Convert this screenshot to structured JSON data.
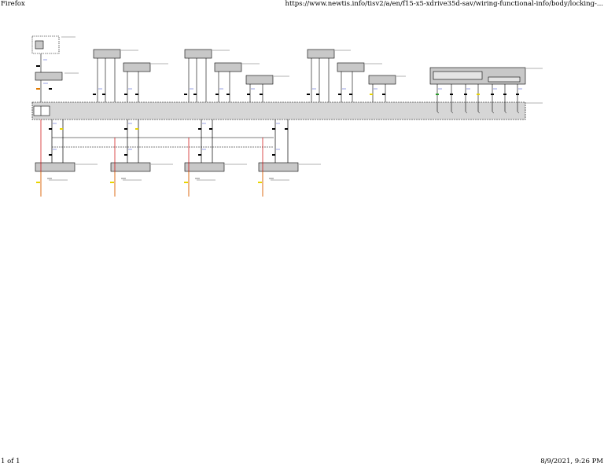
{
  "header": {
    "app_name": "Firefox",
    "url": "https://www.newtis.info/tisv2/a/en/f15-x5-xdrive35d-sav/wiring-functional-info/body/locking-..."
  },
  "footer": {
    "page_indicator": "1 of 1",
    "timestamp": "8/9/2021, 9:26 PM"
  },
  "colors": {
    "module_fill": "#c8c8c8",
    "bus_fill": "#d6d6d6",
    "wire_black": "#000000",
    "wire_red": "#cc0000",
    "wire_orange": "#e07a00",
    "label_blue": "#3344cc",
    "connector_yellow": "#e8d400",
    "connector_green": "#2a9a2a"
  }
}
